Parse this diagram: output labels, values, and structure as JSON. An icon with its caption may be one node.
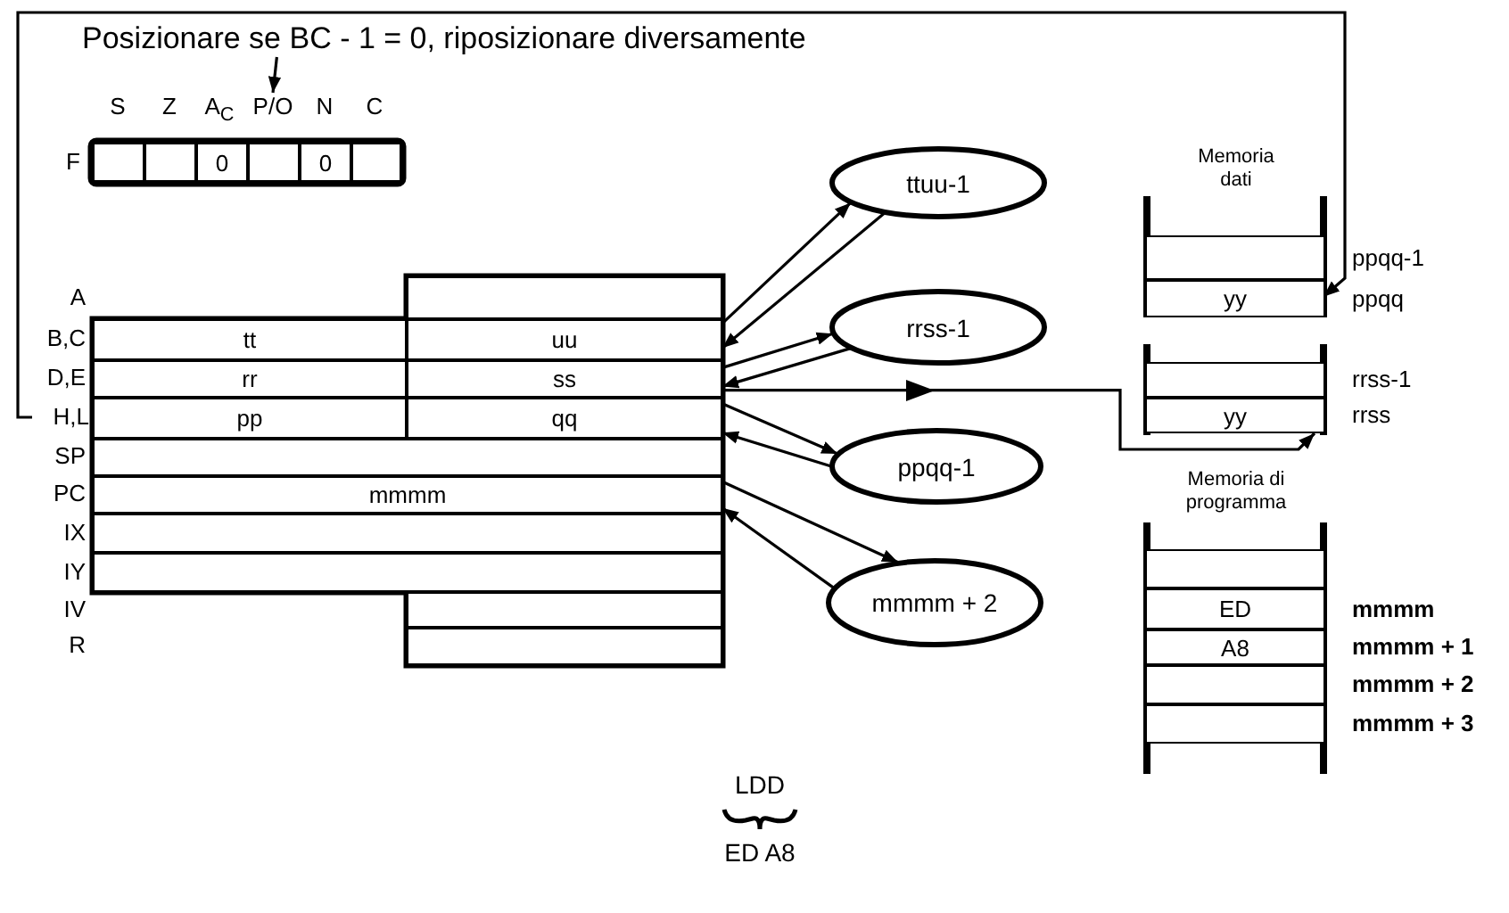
{
  "diagram": {
    "nodes": [
      {
        "text": [
          "Posizionare se BC - 1 = 0, riposizionare diversamente"
        ]
      },
      {
        "text": [
          "P/O"
        ]
      },
      {
        "text": [],
        "shape": "box"
      },
      {
        "text": [],
        "shape": "box"
      },
      {
        "text": [
          "0"
        ]
      },
      {
        "text": [],
        "shape": "box"
      },
      {
        "text": [
          "0"
        ]
      },
      {
        "text": [],
        "shape": "box"
      },
      {
        "text": [
          "H,L"
        ]
      },
      {
        "text": [],
        "shape": "box"
      },
      {
        "text": [
          "tt"
        ]
      },
      {
        "text": [
          "uu"
        ]
      },
      {
        "text": [
          "rr"
        ]
      },
      {
        "text": [
          "ss"
        ]
      },
      {
        "text": [
          "pp"
        ]
      },
      {
        "text": [
          "qq"
        ]
      },
      {
        "text": [],
        "shape": "box"
      },
      {
        "text": [
          "mmmm"
        ]
      },
      {
        "text": [],
        "shape": "box"
      },
      {
        "text": [],
        "shape": "box"
      },
      {
        "text": [],
        "shape": "box"
      },
      {
        "text": [],
        "shape": "box"
      },
      {
        "text": [
          "ttuu-1"
        ]
      },
      {
        "text": [
          "rrss-1"
        ]
      },
      {
        "text": [
          "ppqq-1"
        ]
      },
      {
        "text": [
          "mmmm + 2"
        ]
      },
      {
        "text": [
          "Memoria dati"
        ]
      },
      {
        "text": [],
        "shape": "box",
        "in": 26,
        "beside": [
          "ppqq-1"
        ]
      },
      {
        "text": [
          "yy"
        ],
        "in": 26,
        "beside": [
          "ppqq"
        ]
      },
      {
        "text": [],
        "shape": "box",
        "in": 26,
        "beside": [
          "rrss-1"
        ]
      },
      {
        "text": [
          "yy"
        ],
        "in": 26,
        "beside": [
          "rrss"
        ]
      },
      {
        "text": [
          "Memoria di programma"
        ]
      },
      {
        "text": [],
        "shape": "box",
        "in": 31
      },
      {
        "text": [
          "ED"
        ],
        "in": 31,
        "beside": [
          "mmmm"
        ]
      },
      {
        "text": [
          "A8"
        ],
        "in": 31,
        "beside": [
          "mmmm + 1"
        ]
      },
      {
        "text": [],
        "shape": "box",
        "in": 31,
        "beside": [
          "mmmm + 2"
        ]
      },
      {
        "text": [],
        "shape": "box",
        "in": 31,
        "beside": [
          "mmmm + 3"
        ]
      }
    ],
    "edges": [
      {
        "from": 0,
        "to": 1,
        "arrow": "to"
      },
      {
        "from": 8,
        "to": 28,
        "arrow": "to"
      },
      {
        "from": 11,
        "to": 22,
        "arrow": "to"
      },
      {
        "from": 22,
        "to": 11,
        "arrow": "to"
      },
      {
        "from": 13,
        "to": 23,
        "arrow": "to"
      },
      {
        "from": 23,
        "to": 13,
        "arrow": "to"
      },
      {
        "from": 13,
        "to": 30,
        "arrow": "to"
      },
      {
        "from": 15,
        "to": 24,
        "arrow": "to"
      },
      {
        "from": 24,
        "to": 15,
        "arrow": "to"
      },
      {
        "from": 17,
        "to": 25,
        "arrow": "to"
      },
      {
        "from": 25,
        "to": 17,
        "arrow": "to"
      }
    ],
    "labels": [
      "S",
      "Z",
      "A$_{C}$",
      "N",
      "C",
      "F",
      "A",
      "B,C",
      "D,E",
      "SP",
      "PC",
      "IX",
      "IY",
      "IV",
      "R",
      "LDD",
      "ED A8"
    ]
  }
}
